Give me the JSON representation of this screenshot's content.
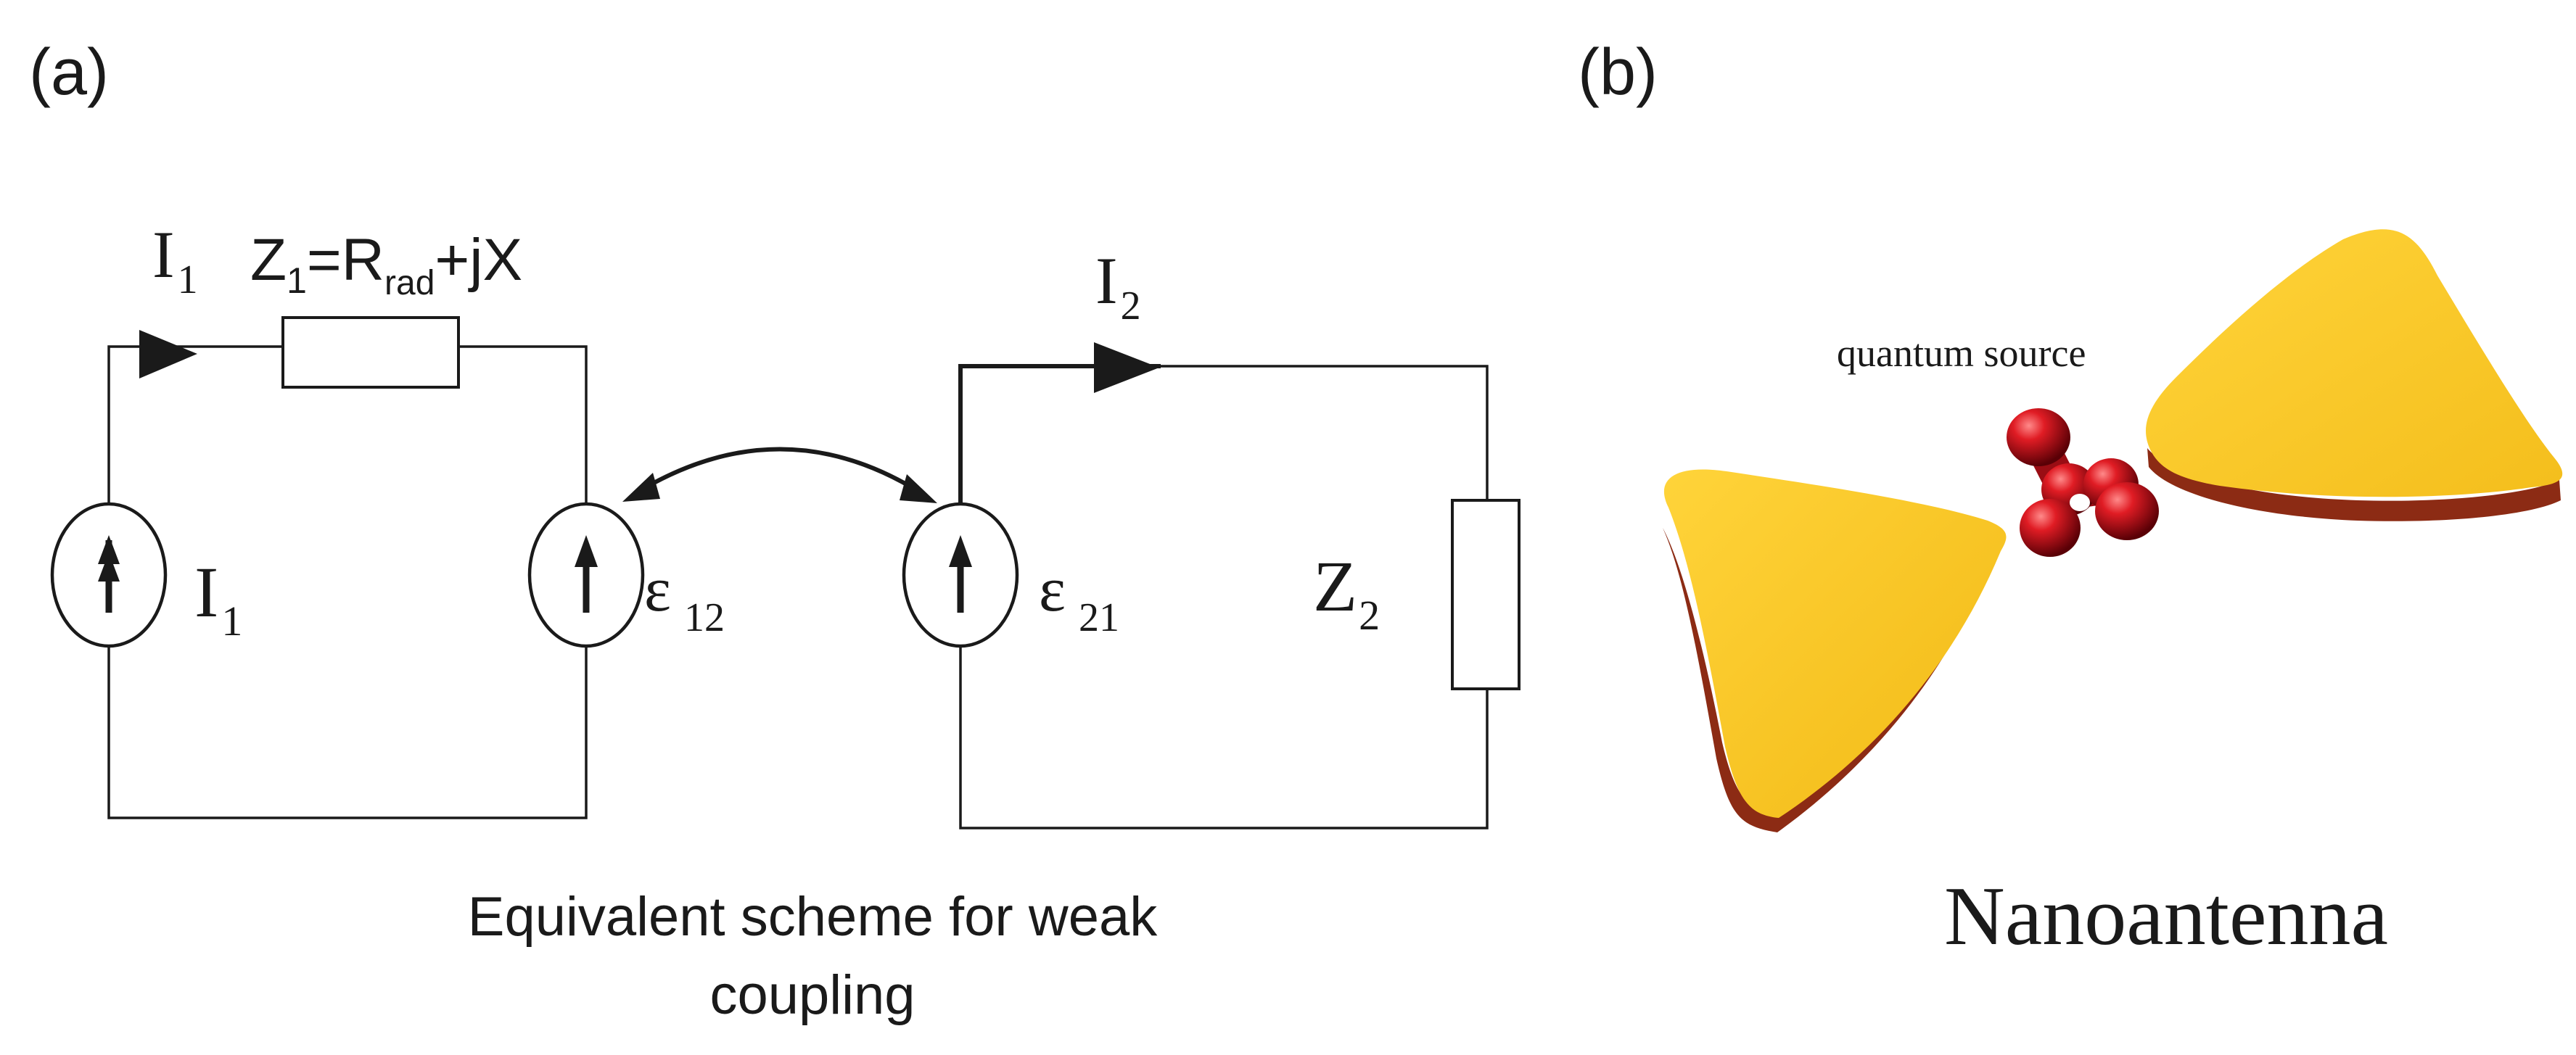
{
  "panel_a": {
    "label": "(a)",
    "circuit1": {
      "current_label": "I",
      "current_sub": "1",
      "impedance_Z": "Z",
      "impedance_Z_sub": "1",
      "impedance_eq_R": "=R",
      "impedance_R_sub": "rad",
      "impedance_rest": "+jX",
      "source_label": "I",
      "source_sub": "1",
      "emf_label": "ε",
      "emf_sub": "12"
    },
    "circuit2": {
      "current_label": "I",
      "current_sub": "2",
      "emf_label": "ε",
      "emf_sub": "21",
      "load_label": "Z",
      "load_sub": "2"
    },
    "caption_line1": "Equivalent scheme for weak",
    "caption_line2": "coupling"
  },
  "panel_b": {
    "label": "(b)",
    "source_label": "quantum source",
    "title": "Nanoantenna",
    "colors": {
      "gold_top": "#f5c21f",
      "gold_side": "#8c2b14",
      "molecule": "#c0121a"
    }
  }
}
